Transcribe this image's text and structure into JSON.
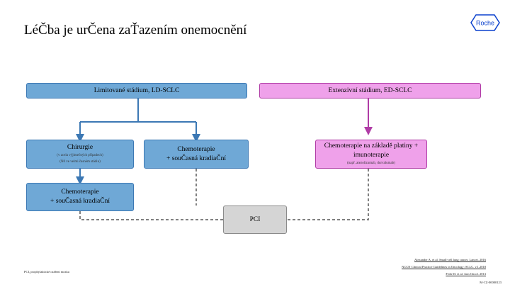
{
  "title": "LéČba je urČena zaŤazením onemocnění",
  "logo_text": "Roche",
  "nodes": {
    "limited_stage": {
      "label": "Limitované stádium, LD-SCLC"
    },
    "extensive_stage": {
      "label": "Extenzivní stádium, ED-SCLC"
    },
    "surgery": {
      "label": "Chirurgie",
      "sub1": "(v zcela výjimečných případech)",
      "sub2": "(N0 ve velmi časném stádiu)"
    },
    "chemo_radio_1": {
      "line1": "Chemoterapie",
      "line2": "+ souČasná kradiaČní"
    },
    "chemo_platinum_immuno": {
      "line1": "Chemoterapie na základě platiny +",
      "line2": "imunoterapie",
      "sub": "(např. atezolizumab, durvalumab)"
    },
    "chemo_radio_2": {
      "line1": "Chemoterapie",
      "line2": "+ souČasná kradiaČní"
    },
    "pci": {
      "label": "PCI"
    }
  },
  "references": [
    "Alexander A. et al. Small-cell lung cancer. Lancet. 2016",
    "NCCN Clinical Practice Guidelines in Oncology: SCLC. v.1.2018",
    "Früh M. et al. Ann Oncol. 2013"
  ],
  "footnote": "PCI, prophylaktické ozáření mozku",
  "doc_code": "M-CZ-00000123",
  "colors": {
    "blue_fill": "#6fa8d6",
    "blue_border": "#3c78b4",
    "pink_fill": "#efa1ea",
    "pink_border": "#b03ca6",
    "grey_fill": "#d5d5d5",
    "arrow_blue": "#3c78b4",
    "arrow_pink": "#b03ca6",
    "dashed_grey": "#808080"
  }
}
